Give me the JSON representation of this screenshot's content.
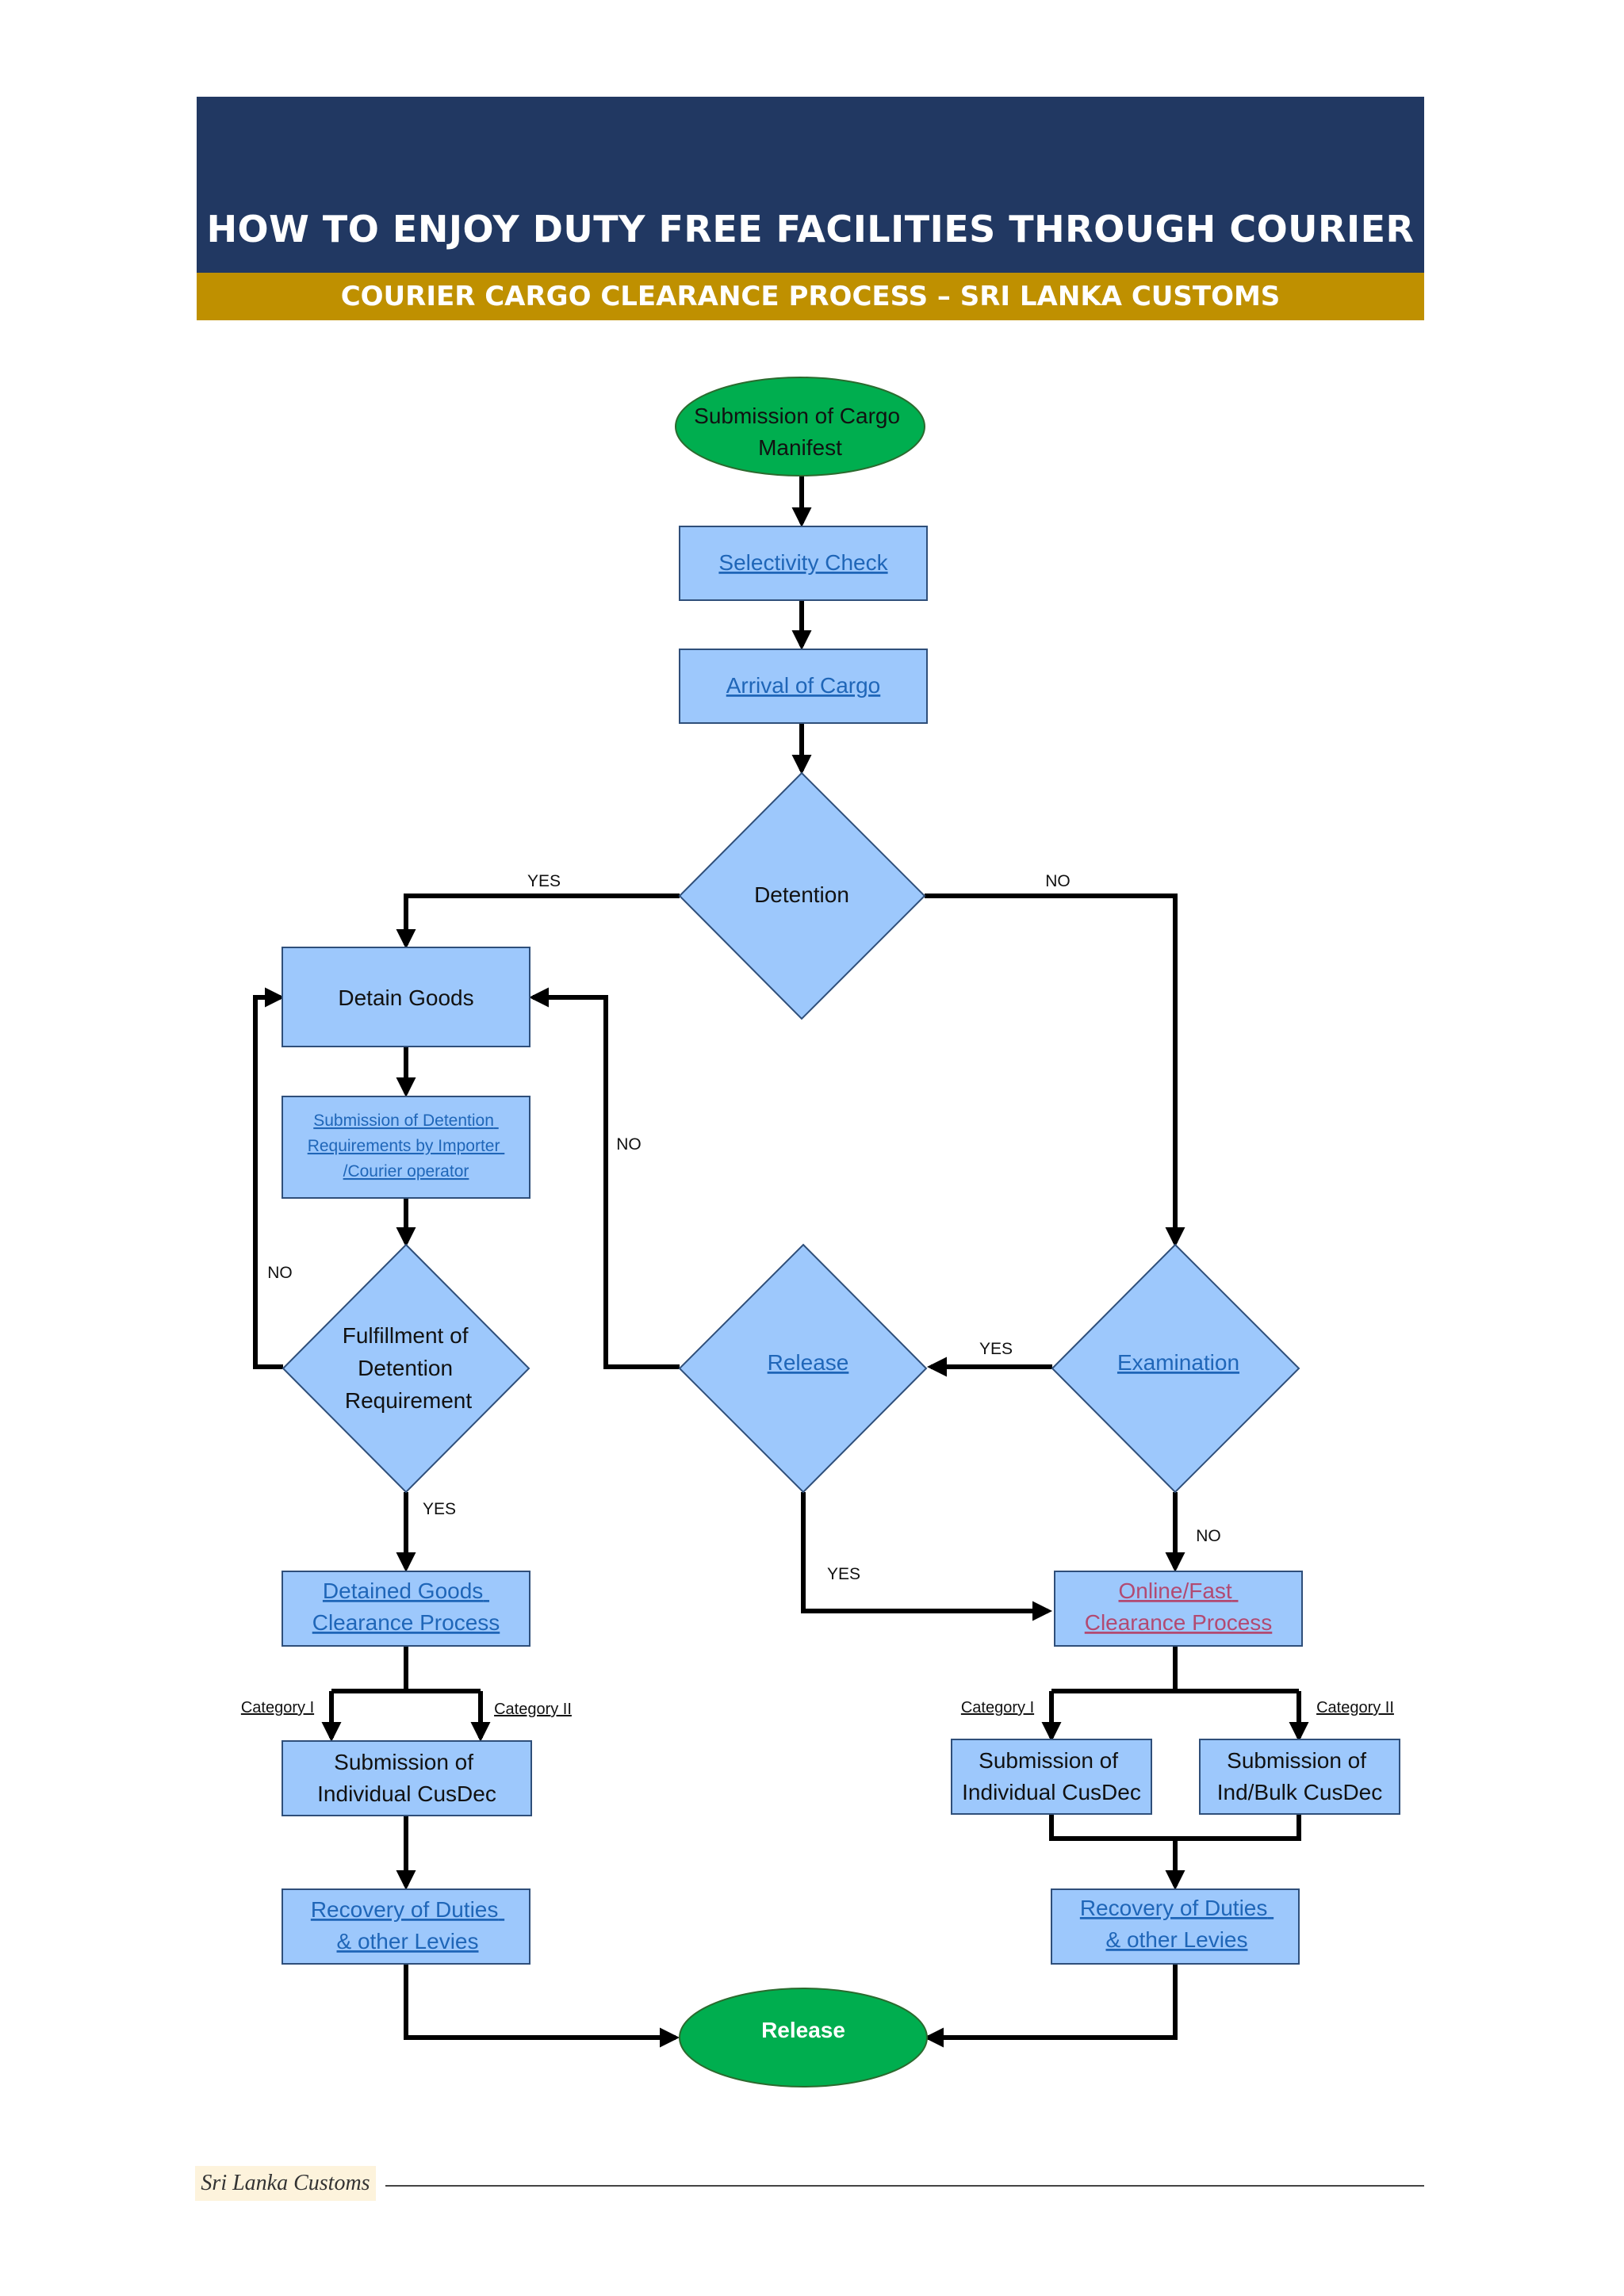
{
  "header": {
    "title": "HOW TO ENJOY DUTY FREE FACILITIES THROUGH COURIER",
    "subtitle": "COURIER CARGO CLEARANCE PROCESS – SRI LANKA CUSTOMS"
  },
  "flow": {
    "start": [
      "Submission of Cargo",
      "Manifest"
    ],
    "selectivity": "Selectivity Check",
    "arrival": "Arrival of Cargo",
    "detention": "Detention",
    "detain_goods": "Detain Goods",
    "submission_detention": [
      "Submission of Detention",
      "Requirements by Importer",
      "/Courier operator"
    ],
    "fulfillment": [
      "Fulfillment of",
      "Detention",
      "Requirement"
    ],
    "release_decision": "Release",
    "examination": "Examination",
    "detained_clearance": [
      "Detained Goods",
      "Clearance Process"
    ],
    "online_clearance": [
      "Online/Fast",
      "Clearance Process"
    ],
    "left_submission": [
      "Submission of",
      "Individual CusDec"
    ],
    "right_submission_a": [
      "Submission of",
      "Individual CusDec"
    ],
    "right_submission_b": [
      "Submission of",
      "Ind/Bulk CusDec"
    ],
    "left_recovery": [
      "Recovery of Duties",
      "& other Levies"
    ],
    "right_recovery": [
      "Recovery of Duties",
      "& other Levies"
    ],
    "end": "Release"
  },
  "labels": {
    "yes": "YES",
    "no": "NO",
    "category_1": "Category I",
    "category_2": "Category II"
  },
  "colors": {
    "navy": "#213862",
    "gold": "#bf9000",
    "box_fill": "#9dc8fc",
    "terminal_fill": "#00ae4f",
    "link": "#1f66b8",
    "link_alt": "#b24a72"
  },
  "footer": {
    "label": "Sri Lanka Customs"
  }
}
